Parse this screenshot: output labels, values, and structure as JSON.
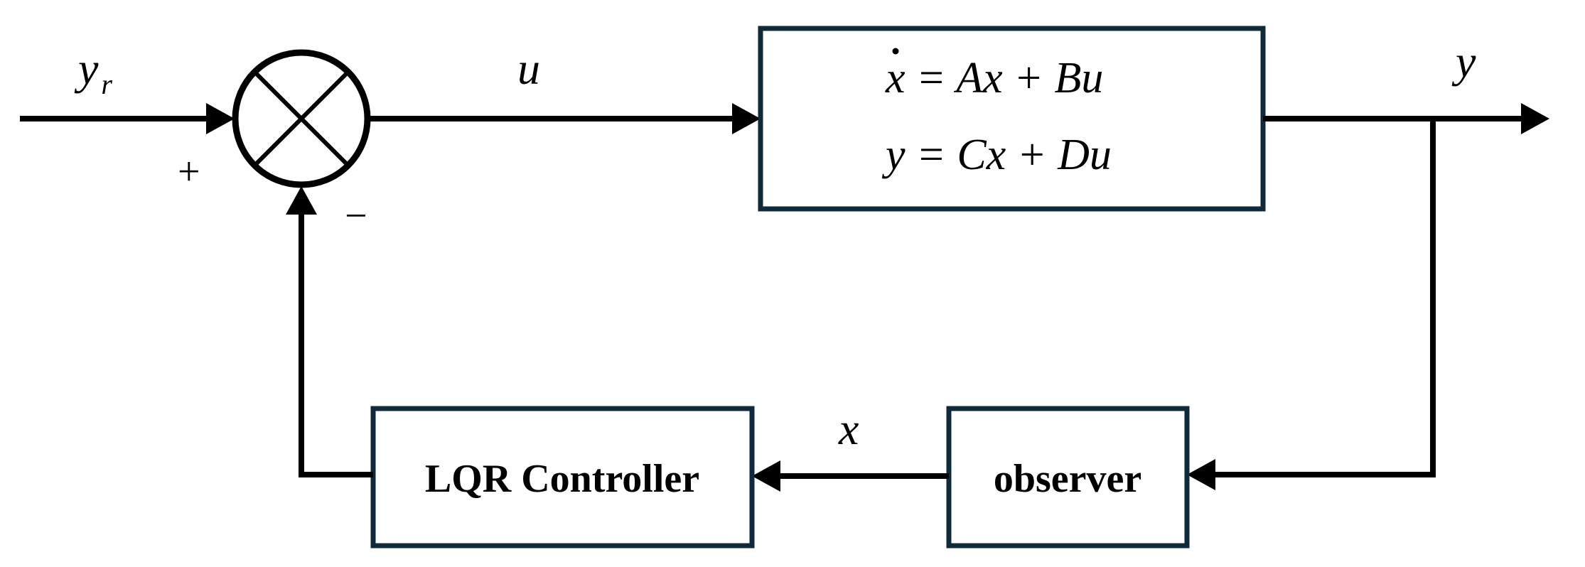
{
  "signals": {
    "reference": "y",
    "reference_sub": "r",
    "control": "u",
    "output": "y",
    "state": "x"
  },
  "summing_junction": {
    "plus_sign": "+",
    "minus_sign": "−"
  },
  "plant": {
    "state_lhs": "x",
    "state_rhs": " = Ax + Bu",
    "output_eq": "y = Cx + Du"
  },
  "controller": {
    "label": "LQR Controller"
  },
  "observer": {
    "label": "observer"
  },
  "colors": {
    "box_border": "#0f2a3a",
    "line": "#000000"
  }
}
